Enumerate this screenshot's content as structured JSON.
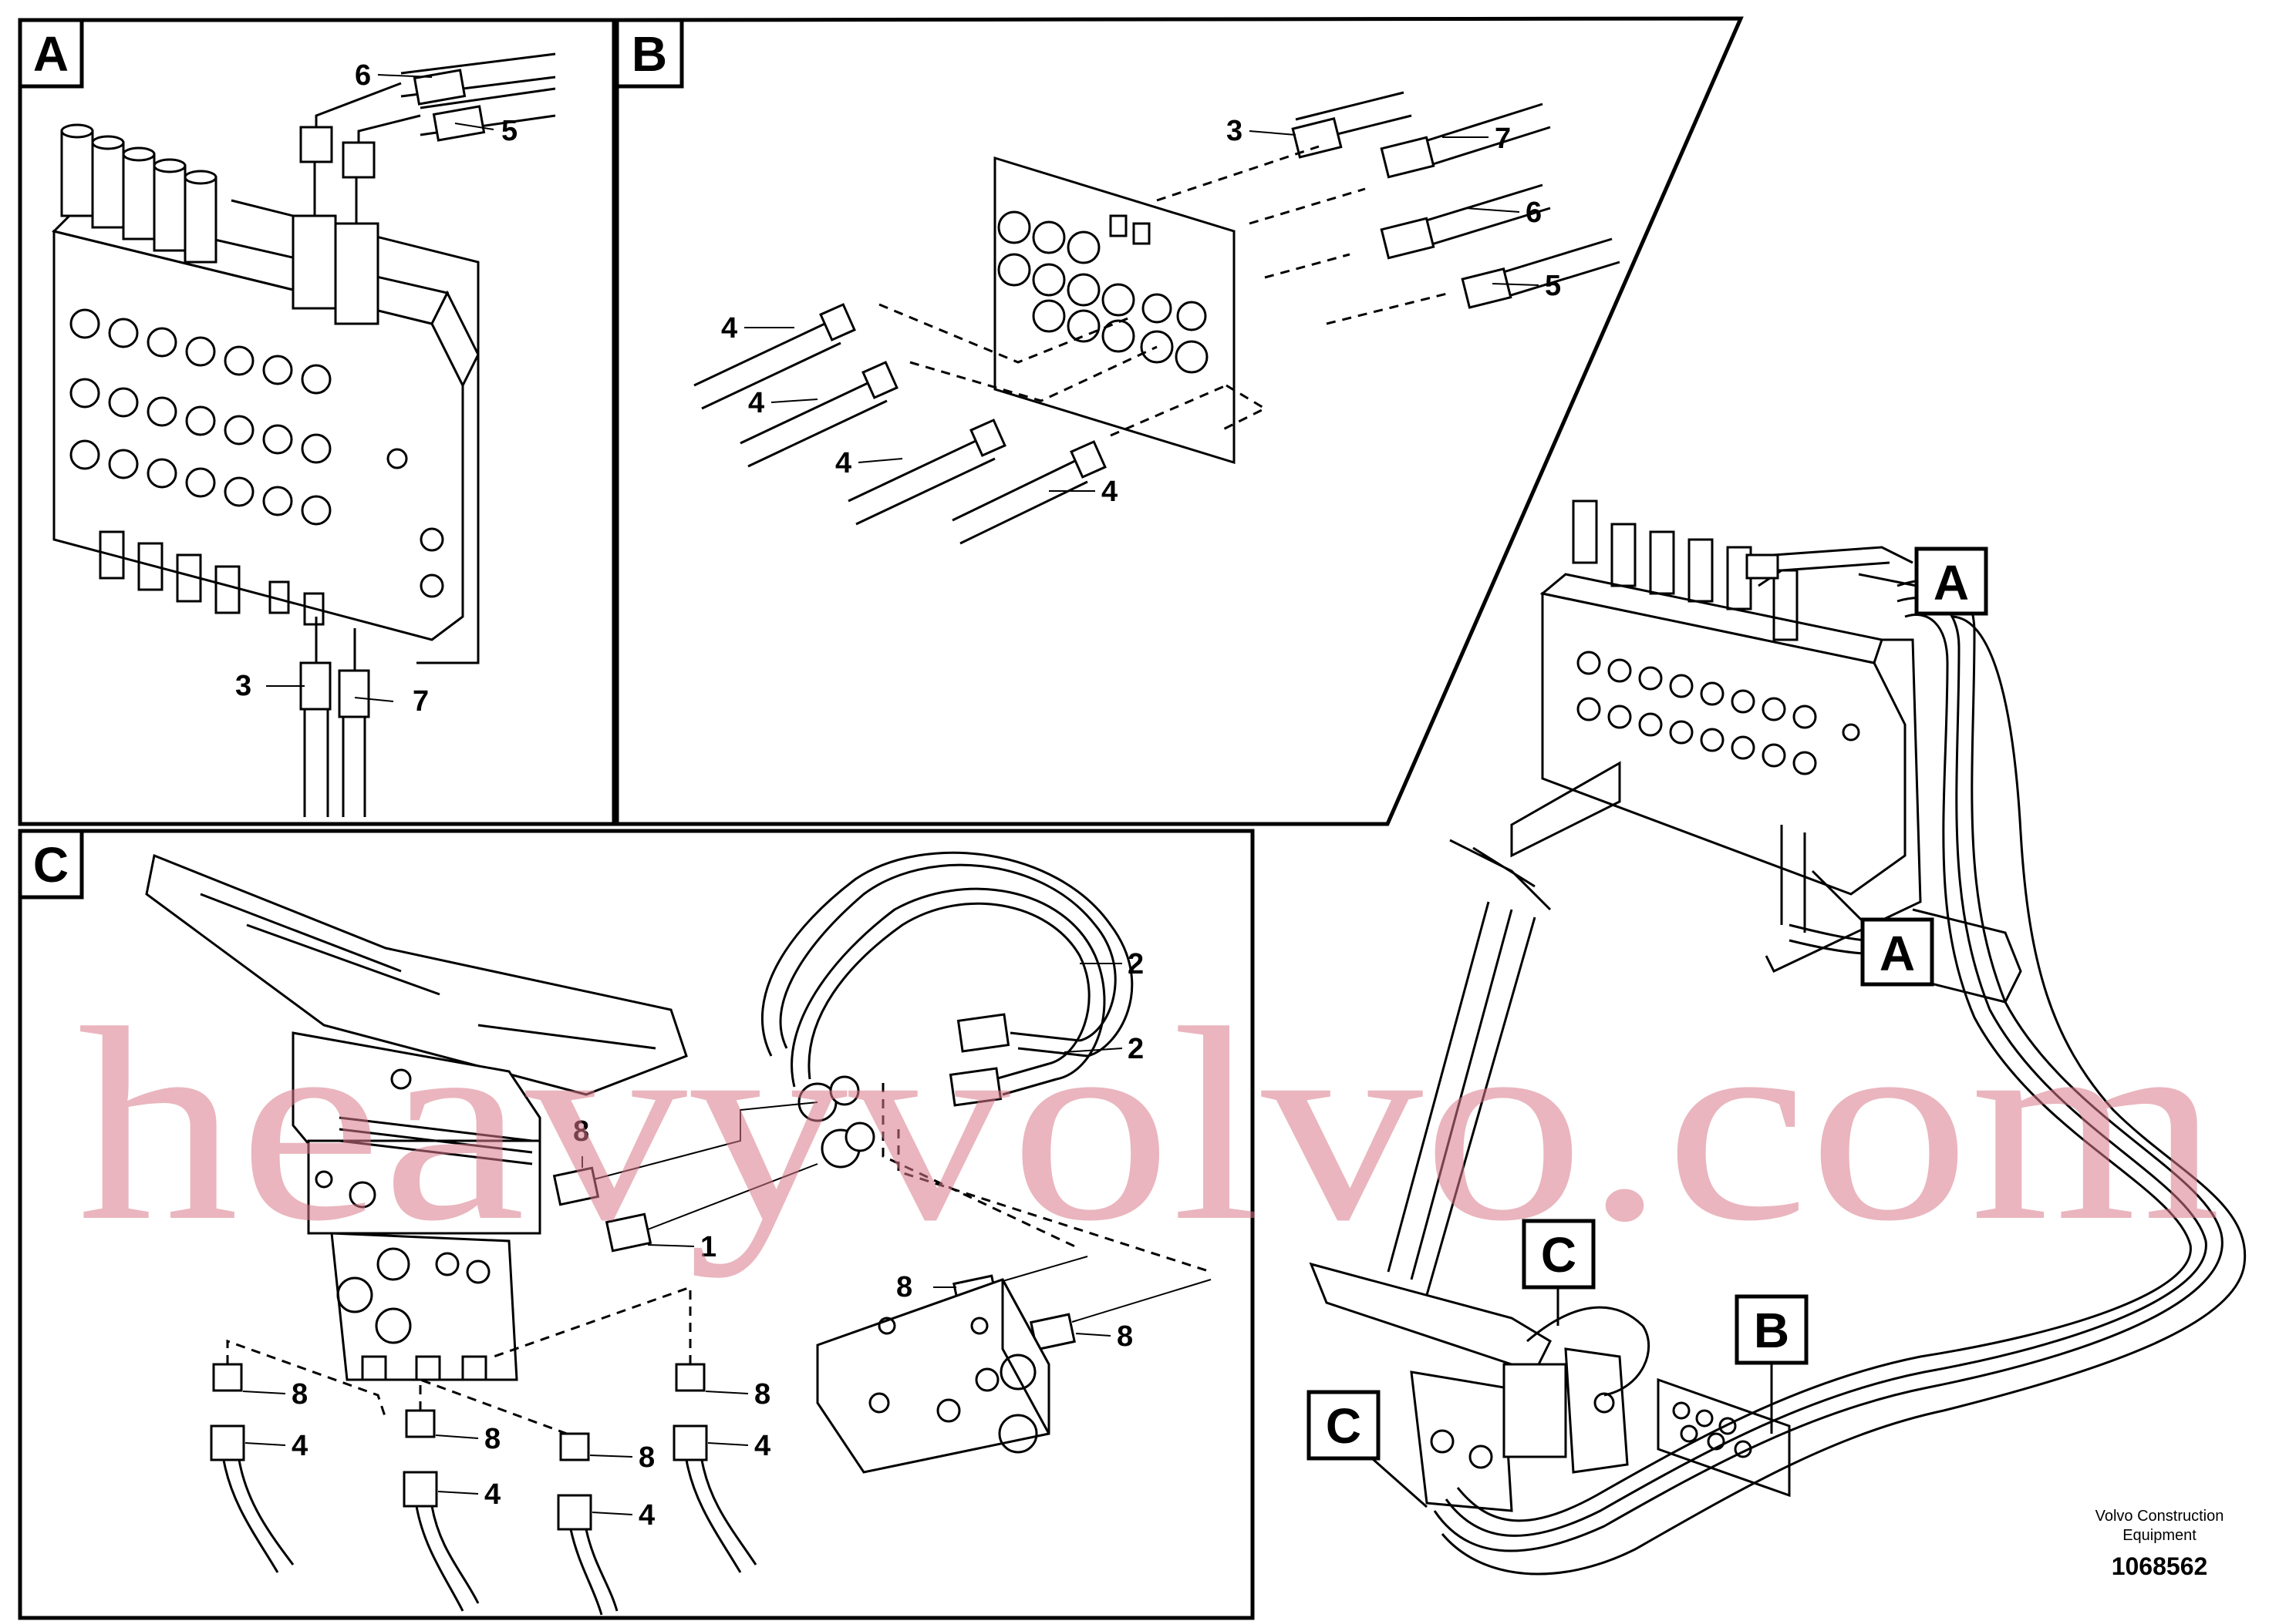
{
  "panels": {
    "a": {
      "label": "A"
    },
    "b": {
      "label": "B"
    },
    "c": {
      "label": "C"
    }
  },
  "callouts": {
    "a": [
      "6",
      "5",
      "3",
      "7"
    ],
    "b": [
      "3",
      "7",
      "6",
      "5",
      "4",
      "4",
      "4",
      "4"
    ],
    "c": [
      "2",
      "2",
      "8",
      "1",
      "8",
      "8",
      "8",
      "4",
      "8",
      "4",
      "8",
      "4",
      "8",
      "4"
    ]
  },
  "overview": {
    "labels": [
      "A",
      "A",
      "C",
      "C",
      "B"
    ]
  },
  "watermark": "heavyvolvo.com",
  "footer": {
    "company_line1": "Volvo Construction",
    "company_line2": "Equipment",
    "drawing_number": "1068562"
  }
}
